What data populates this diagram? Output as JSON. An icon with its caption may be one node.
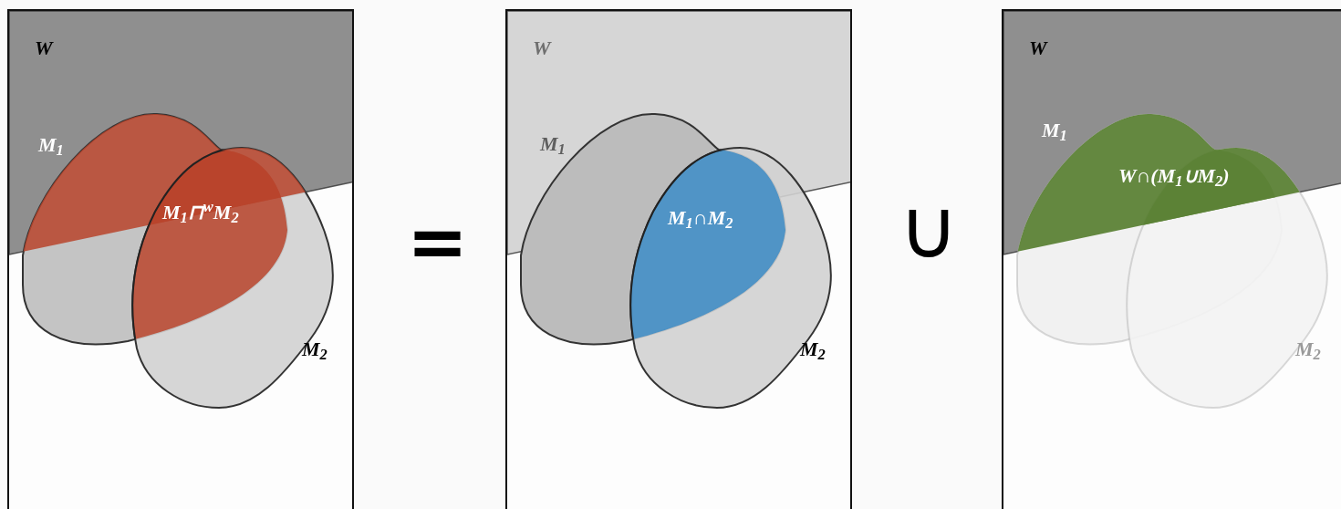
{
  "diagram": {
    "nodes": [
      {
        "text": [],
        "shape": "box"
      },
      {
        "text": [],
        "shape": "box"
      },
      {
        "text": [],
        "shape": "box"
      }
    ],
    "labels": [
      "W",
      "M$_{1}$",
      "M$_{1}$⊓$^{w}$M$_{2}$",
      "M$_{2}$",
      "=",
      "W",
      "M$_{1}$",
      "M$_{1}$∩M$_{2}$",
      "M$_{2}$",
      "∪",
      "W",
      "M$_{1}$",
      "W∩(M$_{1}$∪M$_{2}$)",
      "M$_{2}$"
    ]
  }
}
